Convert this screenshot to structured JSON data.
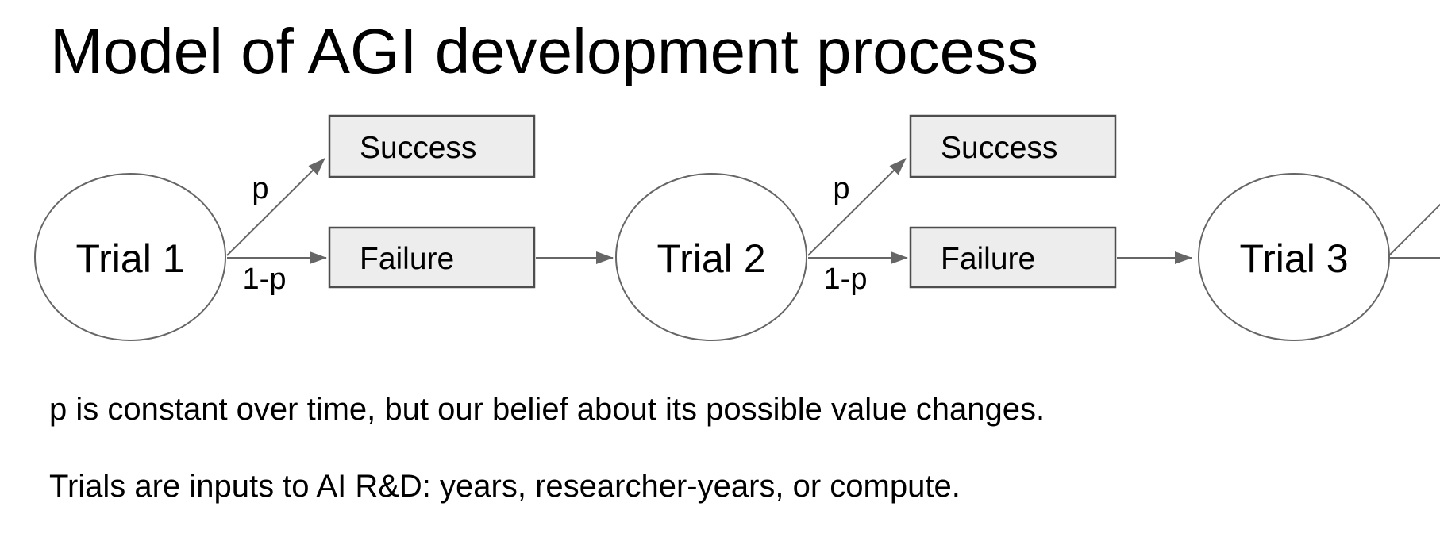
{
  "slide": {
    "title": "Model of AGI development process",
    "notes": [
      "p is constant over time, but our belief about its possible value changes.",
      "Trials are inputs to AI R&D: years, researcher-years, or compute."
    ]
  },
  "diagram": {
    "trials": [
      {
        "label": "Trial 1"
      },
      {
        "label": "Trial 2"
      },
      {
        "label": "Trial 3"
      }
    ],
    "outcomes": {
      "success": "Success",
      "failure": "Failure"
    },
    "edge_labels": {
      "p": "p",
      "one_minus_p": "1-p"
    },
    "colors": {
      "text": "#000000",
      "background": "#ffffff",
      "box_fill": "#ededed",
      "box_border": "#4d4d4d",
      "node_border": "#666666",
      "arrow": "#666666"
    }
  }
}
